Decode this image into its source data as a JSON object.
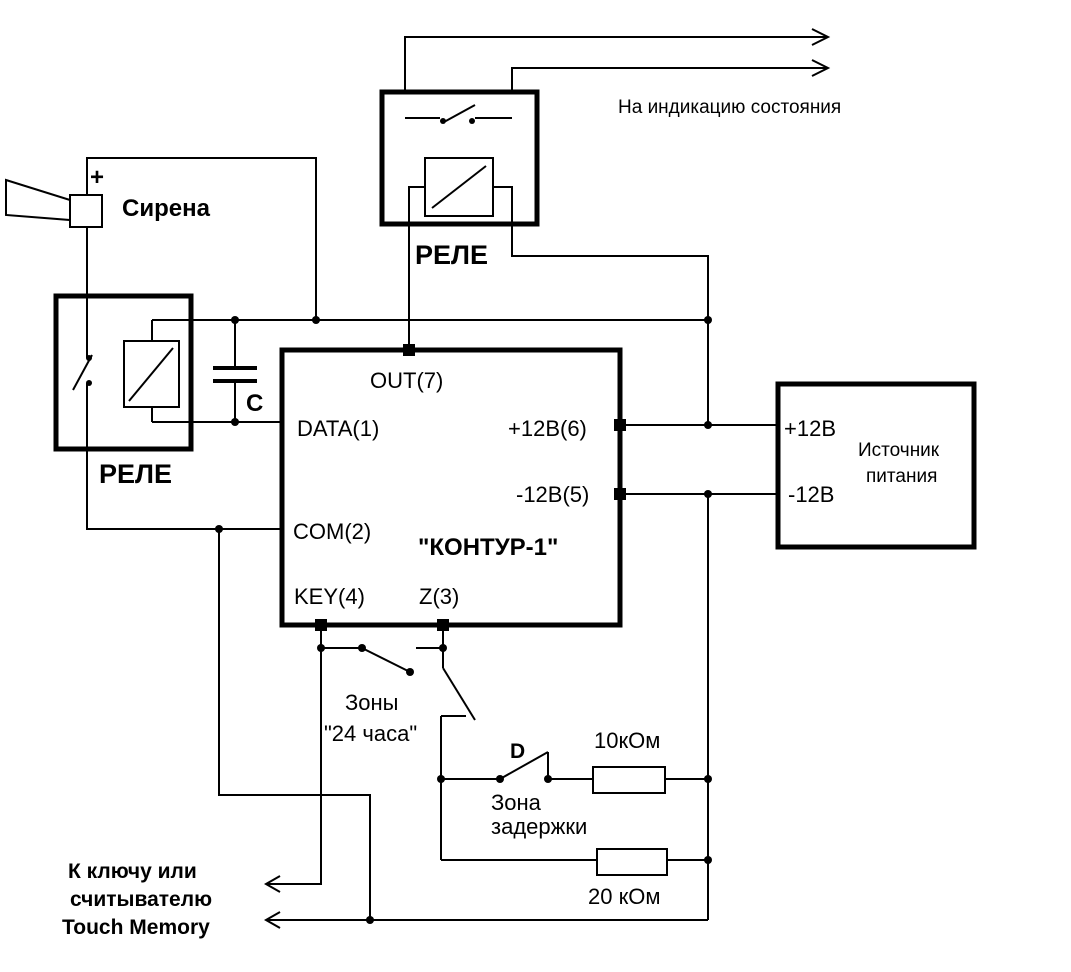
{
  "labels": {
    "siren": "Сирена",
    "siren_plus": "+",
    "relay_left": "РЕЛЕ",
    "relay_top": "РЕЛЕ",
    "capacitor": "C",
    "indication": "На индикацию состояния",
    "out7": "OUT(7)",
    "data1": "DATA(1)",
    "com2": "COM(2)",
    "key4": "KEY(4)",
    "z3": "Z(3)",
    "plus12_6": "+12В(6)",
    "minus12_5": "-12В(5)",
    "device": "\"КОНТУР-1\"",
    "ps_plus": "+12В",
    "ps_minus": "-12В",
    "ps_line1": "Источник",
    "ps_line2": "питания",
    "zones_line1": "Зоны",
    "zones_line2": "\"24 часа\"",
    "diode": "D",
    "r10k": "10кОм",
    "zone_delay_line1": "Зона",
    "zone_delay_line2": "задержки",
    "r20k": "20 кОм",
    "key_line1": "К ключу или",
    "key_line2": "считывателю",
    "key_line3": "Touch Memory"
  }
}
